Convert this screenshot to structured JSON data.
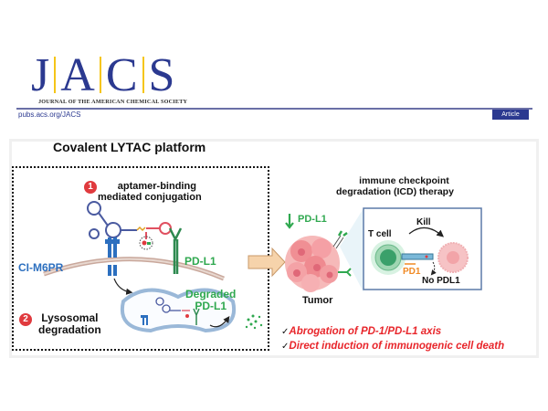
{
  "header": {
    "logo_letters": [
      "J",
      "A",
      "C",
      "S"
    ],
    "journal_name": "JOURNAL OF THE AMERICAN CHEMICAL SOCIETY",
    "url": "pubs.acs.org/JACS",
    "article_type": "Article",
    "colors": {
      "brand_blue": "#2b3990",
      "accent_gold": "#f5c518"
    }
  },
  "graphic": {
    "title": "Covalent LYTAC platform",
    "step1": {
      "number": "1",
      "label_line1": "aptamer-binding",
      "label_line2": "mediated conjugation"
    },
    "step2": {
      "number": "2",
      "label_line1": "Lysosomal",
      "label_line2": "degradation"
    },
    "receptor_label": "CI-M6PR",
    "target_label": "PD-L1",
    "degraded_label_line1": "Degraded",
    "degraded_label_line2": "PD-L1",
    "icd_title_line1": "immune checkpoint",
    "icd_title_line2": "degradation (ICD) therapy",
    "pdl1_down_label": "PD-L1",
    "tumor_label": "Tumor",
    "inset": {
      "tcell_label": "T cell",
      "kill_label": "Kill",
      "pd1_label": "PD1",
      "no_pdl1_label": "No PDL1"
    },
    "outcomes": [
      "Abrogation of PD-1/PD-L1 axis",
      "Direct induction of immunogenic cell death"
    ],
    "colors": {
      "step_badge": "#e03a3e",
      "green": "#2fa84f",
      "blue": "#2c6fbf",
      "outcome_red": "#e8262b",
      "pd1_orange": "#f08a24"
    }
  }
}
